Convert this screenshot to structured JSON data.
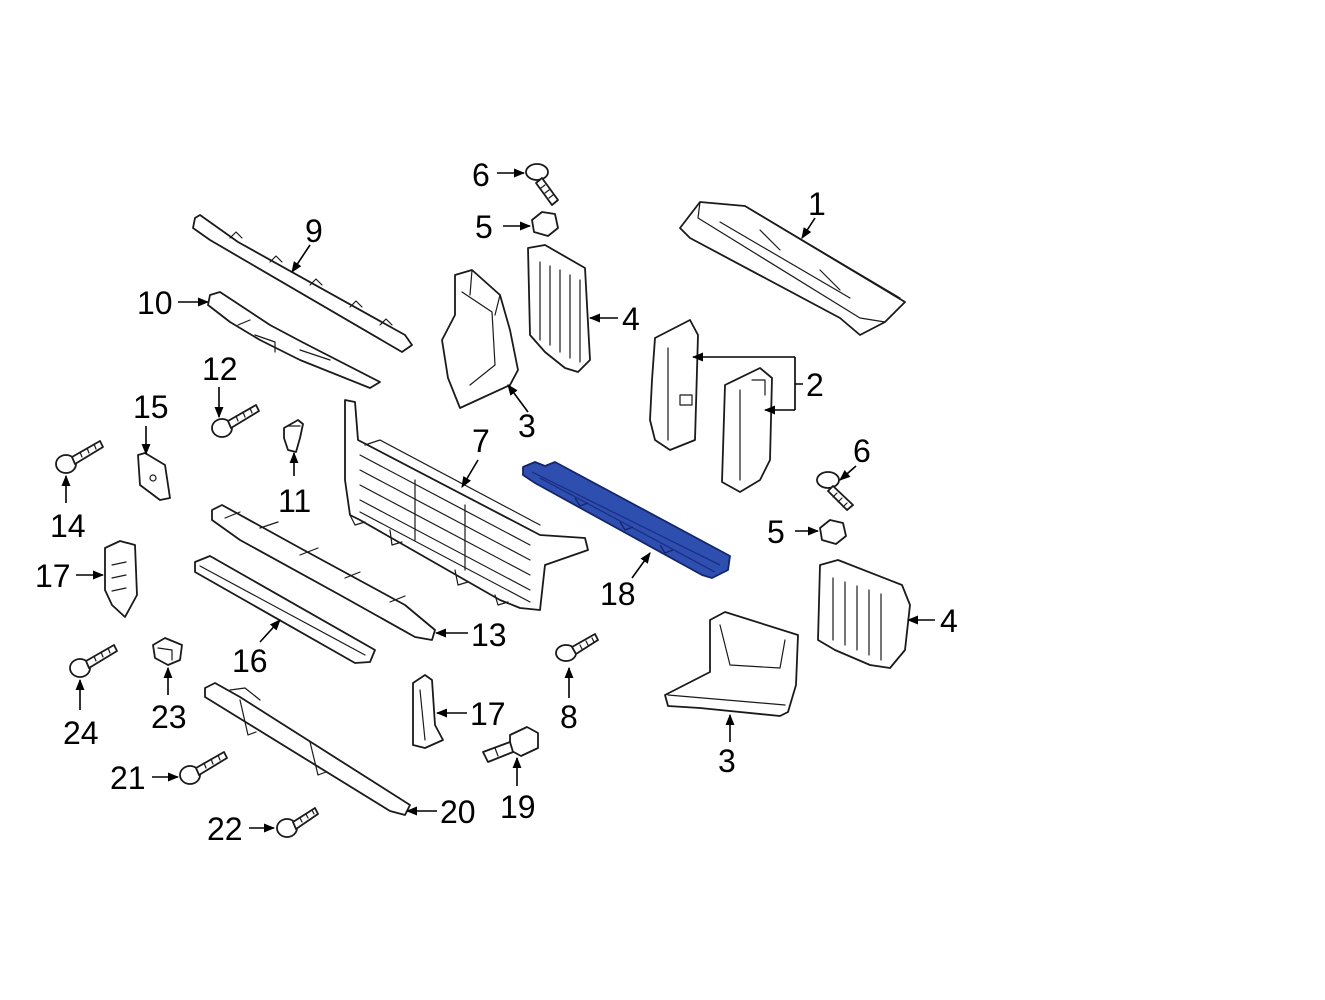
{
  "highlight_color": "#2f4fb0",
  "line_color": "#1a1a1a",
  "callouts": {
    "c1": "1",
    "c2": "2",
    "c3a": "3",
    "c3b": "3",
    "c4a": "4",
    "c4b": "4",
    "c5a": "5",
    "c5b": "5",
    "c6a": "6",
    "c6b": "6",
    "c7": "7",
    "c8": "8",
    "c9": "9",
    "c10": "10",
    "c11": "11",
    "c12": "12",
    "c13": "13",
    "c14": "14",
    "c15": "15",
    "c16": "16",
    "c17a": "17",
    "c17b": "17",
    "c18": "18",
    "c19": "19",
    "c20": "20",
    "c21": "21",
    "c22": "22",
    "c23": "23",
    "c24": "24"
  }
}
